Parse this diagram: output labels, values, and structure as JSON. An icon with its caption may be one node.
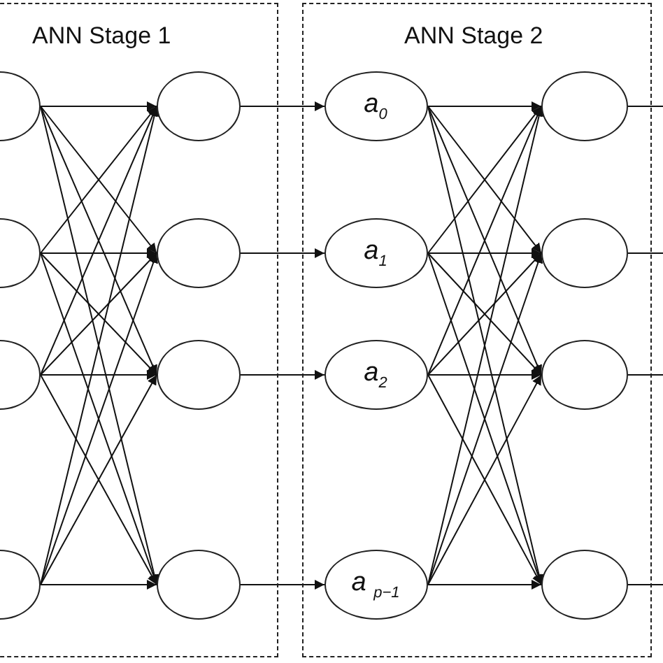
{
  "diagram": {
    "nodes": [
      {
        "text": [
          "ANN Stage 1"
        ]
      },
      {
        "text": [
          "ANN Stage 2"
        ]
      },
      {
        "text": [],
        "shape": "ellipse",
        "in": 0
      },
      {
        "text": [],
        "shape": "ellipse",
        "in": 0
      },
      {
        "text": [],
        "shape": "ellipse",
        "in": 0
      },
      {
        "text": [],
        "shape": "ellipse",
        "in": 0
      },
      {
        "text": [],
        "shape": "ellipse",
        "in": 0
      },
      {
        "text": [],
        "shape": "ellipse",
        "in": 0
      },
      {
        "text": [],
        "shape": "ellipse",
        "in": 0
      },
      {
        "text": [],
        "shape": "ellipse",
        "in": 0
      },
      {
        "text": [
          "a$_{0}$"
        ],
        "in": 1
      },
      {
        "text": [
          "a$_{1}$"
        ],
        "in": 1
      },
      {
        "text": [
          "a$_{2}$"
        ],
        "in": 1
      },
      {
        "text": [
          "a $_{p−1}$"
        ],
        "in": 1
      },
      {
        "text": [],
        "shape": "ellipse",
        "in": 1
      },
      {
        "text": [],
        "shape": "ellipse",
        "in": 1
      },
      {
        "text": [],
        "shape": "ellipse",
        "in": 1
      },
      {
        "text": [],
        "shape": "ellipse",
        "in": 1
      }
    ],
    "edges": [
      {
        "from": 2,
        "to": 6,
        "arrow": "to"
      },
      {
        "from": 2,
        "to": 7,
        "arrow": "to"
      },
      {
        "from": 2,
        "to": 8,
        "arrow": "to"
      },
      {
        "from": 2,
        "to": 9,
        "arrow": "to"
      },
      {
        "from": 3,
        "to": 6,
        "arrow": "to"
      },
      {
        "from": 3,
        "to": 7,
        "arrow": "to"
      },
      {
        "from": 3,
        "to": 8,
        "arrow": "to"
      },
      {
        "from": 3,
        "to": 9,
        "arrow": "to"
      },
      {
        "from": 4,
        "to": 6,
        "arrow": "to"
      },
      {
        "from": 4,
        "to": 7,
        "arrow": "to"
      },
      {
        "from": 4,
        "to": 8,
        "arrow": "to"
      },
      {
        "from": 4,
        "to": 9,
        "arrow": "to"
      },
      {
        "from": 5,
        "to": 6,
        "arrow": "to"
      },
      {
        "from": 5,
        "to": 7,
        "arrow": "to"
      },
      {
        "from": 5,
        "to": 8,
        "arrow": "to"
      },
      {
        "from": 5,
        "to": 9,
        "arrow": "to"
      },
      {
        "from": 6,
        "to": 10,
        "arrow": "to"
      },
      {
        "from": 7,
        "to": 11,
        "arrow": "to"
      },
      {
        "from": 8,
        "to": 12,
        "arrow": "to"
      },
      {
        "from": 9,
        "to": 13,
        "arrow": "to"
      },
      {
        "from": 10,
        "to": 14,
        "arrow": "to"
      },
      {
        "from": 10,
        "to": 15,
        "arrow": "to"
      },
      {
        "from": 10,
        "to": 16,
        "arrow": "to"
      },
      {
        "from": 10,
        "to": 17,
        "arrow": "to"
      },
      {
        "from": 11,
        "to": 14,
        "arrow": "to"
      },
      {
        "from": 11,
        "to": 15,
        "arrow": "to"
      },
      {
        "from": 11,
        "to": 16,
        "arrow": "to"
      },
      {
        "from": 11,
        "to": 17,
        "arrow": "to"
      },
      {
        "from": 12,
        "to": 14,
        "arrow": "to"
      },
      {
        "from": 12,
        "to": 15,
        "arrow": "to"
      },
      {
        "from": 12,
        "to": 16,
        "arrow": "to"
      },
      {
        "from": 12,
        "to": 17,
        "arrow": "to"
      },
      {
        "from": 13,
        "to": 14,
        "arrow": "to"
      },
      {
        "from": 13,
        "to": 15,
        "arrow": "to"
      },
      {
        "from": 13,
        "to": 16,
        "arrow": "to"
      },
      {
        "from": 13,
        "to": 17,
        "arrow": "to"
      },
      {
        "from": 14,
        "to": null,
        "arrow": "none"
      },
      {
        "from": 15,
        "to": null,
        "arrow": "none"
      },
      {
        "from": 16,
        "to": null,
        "arrow": "none"
      },
      {
        "from": 17,
        "to": null,
        "arrow": "none"
      }
    ]
  }
}
